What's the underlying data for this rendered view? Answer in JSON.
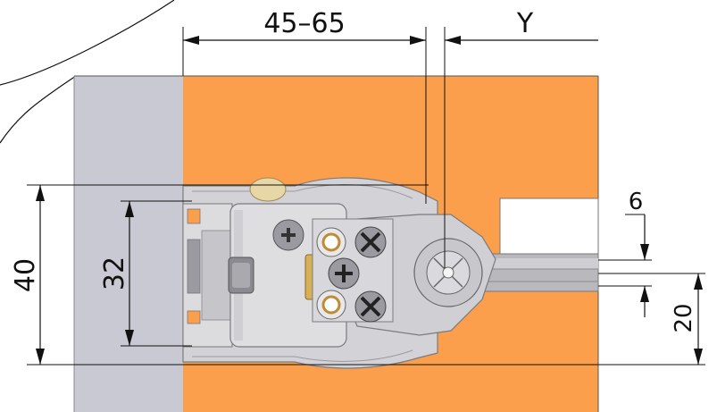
{
  "dimensions": {
    "width_label": "45–65",
    "offset_label": "Y",
    "outer_height_label": "40",
    "inner_height_label": "32",
    "small_gap_label": "6",
    "arm_height_label": "20"
  },
  "colors": {
    "panel_orange": "#fb9f4c",
    "wall_gray": "#c9c9d3",
    "metal_light": "#dddde0",
    "metal_mid": "#b9b9bd",
    "metal_dark": "#8a8a90",
    "brass": "#d8b058",
    "screw_ring": "#c08b35"
  }
}
